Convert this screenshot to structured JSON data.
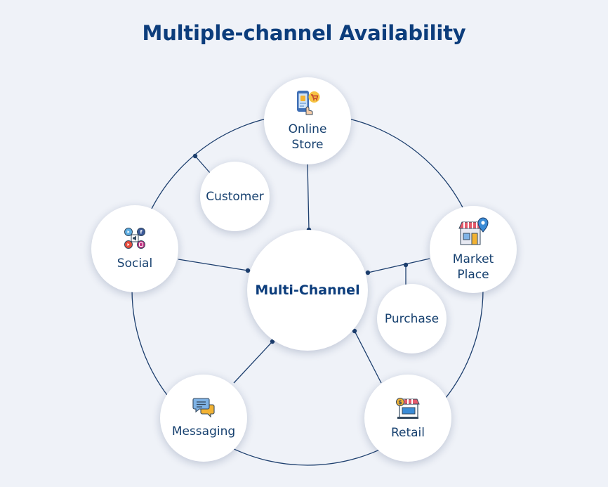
{
  "title": "Multiple-channel Availability",
  "center": {
    "label": "Multi-Channel"
  },
  "channels": [
    {
      "label": "Online\nStore",
      "icon": "smartphone-shopping-cart-icon"
    },
    {
      "label": "Market\nPlace",
      "icon": "storefront-location-pin-icon"
    },
    {
      "label": "Retail",
      "icon": "retail-shop-icon"
    },
    {
      "label": "Messaging",
      "icon": "chat-bubbles-icon"
    },
    {
      "label": "Social",
      "icon": "social-media-icon"
    }
  ],
  "annotations": [
    {
      "label": "Customer"
    },
    {
      "label": "Purchase"
    }
  ],
  "colors": {
    "title": "#0c3d7c",
    "line": "#1d3f6e",
    "background": "#eff2f8",
    "node": "#ffffff"
  }
}
